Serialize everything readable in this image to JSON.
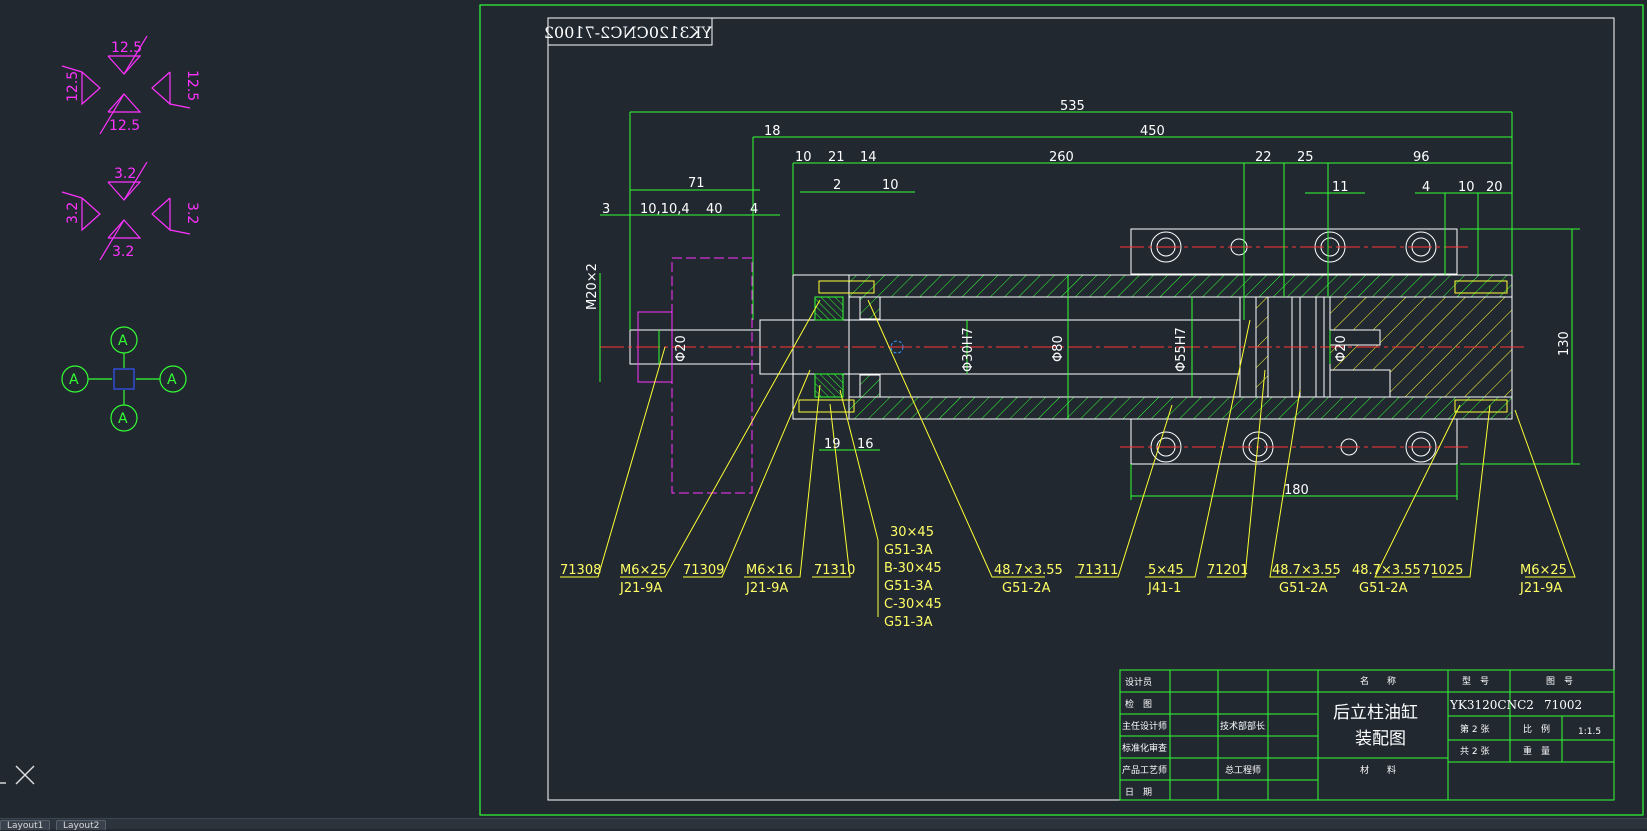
{
  "drawing": {
    "mirrored_title": "YK3120CNC2-71002",
    "dimensions": {
      "d535": "535",
      "d450": "450",
      "d18": "18",
      "d71": "71",
      "d10a": "10",
      "d21": "21",
      "d14": "14",
      "d260": "260",
      "d22": "22",
      "d25": "25",
      "d96": "96",
      "d2": "2",
      "d10b": "10",
      "d11": "11",
      "d4a": "4",
      "d10c": "10",
      "d20": "20",
      "d3": "3",
      "d10104": "10,10,4",
      "d40": "40",
      "d4b": "4",
      "d19": "19",
      "d16": "16",
      "d180": "180",
      "d130": "130",
      "m20": "M20×2",
      "phi20a": "Φ20",
      "phi30": "Φ30H7",
      "phi80": "Φ80",
      "phi55": "Φ55H7",
      "phi20b": "Φ20"
    },
    "labels": {
      "p71308": "71308",
      "m6x25a": "M6×25",
      "j21a": "J21-9A",
      "p71309": "71309",
      "m6x16": "M6×16",
      "j21b": "J21-9A",
      "p71310": "71310",
      "s1": "30×45",
      "s2": "G51-3A",
      "s3": "B-30×45",
      "s4": "G51-3A",
      "s5": "C-30×45",
      "s6": "G51-3A",
      "o1": "48.7×3.55",
      "o1b": "G51-2A",
      "p71311": "71311",
      "k5x45": "5×45",
      "j41": "J41-1",
      "p71201": "71201",
      "o2": "48.7×3.55",
      "o2b": "G51-2A",
      "o3": "48.7×3.55",
      "o3b": "G51-2A",
      "p71025": "71025",
      "m6x25b": "M6×25",
      "j21c": "J21-9A"
    },
    "roughness": {
      "r125": "12.5",
      "r32": "3.2"
    },
    "datum": "A"
  },
  "title_block": {
    "designer": "设计员",
    "checker": "检　图",
    "chief_designer": "主任设计师",
    "standardization": "标准化审查",
    "process": "产品工艺师",
    "date": "日　期",
    "tech_head": "技术部部长",
    "process_approval": "总工程师",
    "name_header": "名　　称",
    "name_line1": "后立柱油缸",
    "name_line2": "装配图",
    "material_header": "材　　料",
    "model_header": "型　号",
    "drawing_no_header": "图　号",
    "model": "YK3120CNC2",
    "drawing_no": "71002",
    "sheet": "第 2 张",
    "total": "共 2 张",
    "scale_label": "比　例",
    "scale": "1:1.5",
    "weight_label": "重　量"
  },
  "layout_tabs": [
    "Layout1",
    "Layout2"
  ],
  "colors": {
    "background": "#212830",
    "frame": "#33ff33",
    "geometry": "#ffffff",
    "center_line": "#ff3333",
    "hatch": "#33ff33",
    "leader": "#ffff33",
    "symbol": "#ff33ff",
    "accent_blue": "#3399ff"
  }
}
